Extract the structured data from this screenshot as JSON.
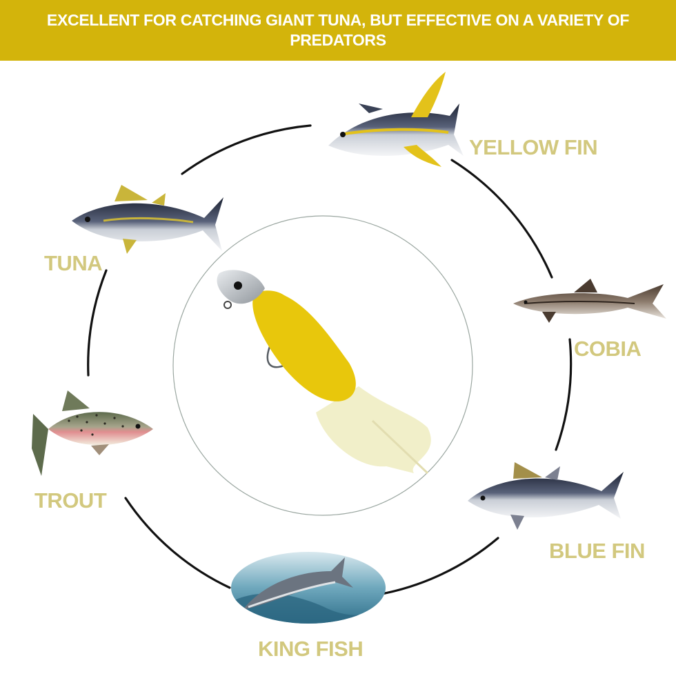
{
  "banner": {
    "title": "EXCELLENT FOR CATCHING GIANT TUNA, BUT EFFECTIVE ON A VARIETY OF PREDATORS"
  },
  "colors": {
    "banner_bg": "#d3b40b",
    "banner_text": "#ffffff",
    "label_text": "#d2c87e",
    "ring": "#111111",
    "lure_body": "#e8c70c",
    "lure_tail": "#f1efc9"
  },
  "fish": [
    {
      "id": "yellow-fin",
      "label": "YELLOW FIN",
      "icon": "yellowfin-tuna-illustration"
    },
    {
      "id": "tuna",
      "label": "TUNA",
      "icon": "tuna-illustration"
    },
    {
      "id": "cobia",
      "label": "COBIA",
      "icon": "cobia-illustration"
    },
    {
      "id": "trout",
      "label": "TROUT",
      "icon": "trout-illustration"
    },
    {
      "id": "blue-fin",
      "label": "BLUE FIN",
      "icon": "bluefin-tuna-illustration"
    },
    {
      "id": "king-fish",
      "label": "KING FISH",
      "icon": "kingfish-jumping-photo"
    }
  ],
  "center": {
    "icon": "yellow-soft-plastic-jig-lure"
  }
}
